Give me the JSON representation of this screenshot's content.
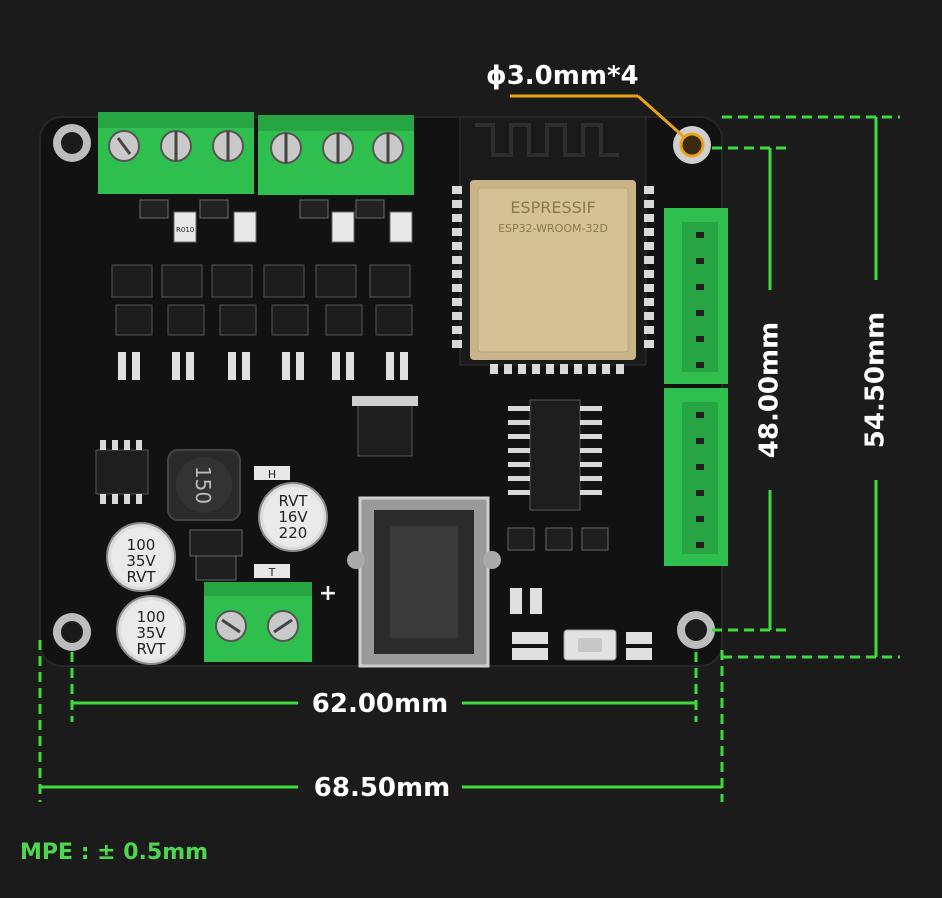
{
  "colors": {
    "background": "#1b1b1c",
    "dimension_green": "#3ddc3d",
    "hole_callout_orange": "#e8a317",
    "terminal_green": "#2fbf4f",
    "pcb": "#121212",
    "mpe_text": "#4fd64f"
  },
  "labels": {
    "hole": "ϕ3.0mm*4",
    "height_inner": "48.00mm",
    "height_outer": "54.50mm",
    "width_inner": "62.00mm",
    "width_outer": "68.50mm",
    "mpe": "MPE : ± 0.5mm"
  },
  "module": {
    "brand": "ESPRESSIF",
    "model": "ESP32-WROOM-32D"
  },
  "components": {
    "cap1": [
      "100",
      "35V",
      "RVT"
    ],
    "cap2": [
      "100",
      "35V",
      "RVT"
    ],
    "cap3": [
      "RVT",
      "16V",
      "220"
    ],
    "inductor": "150",
    "plus": "+",
    "h_mark": "H",
    "t_mark": "T",
    "r010": "R010"
  }
}
